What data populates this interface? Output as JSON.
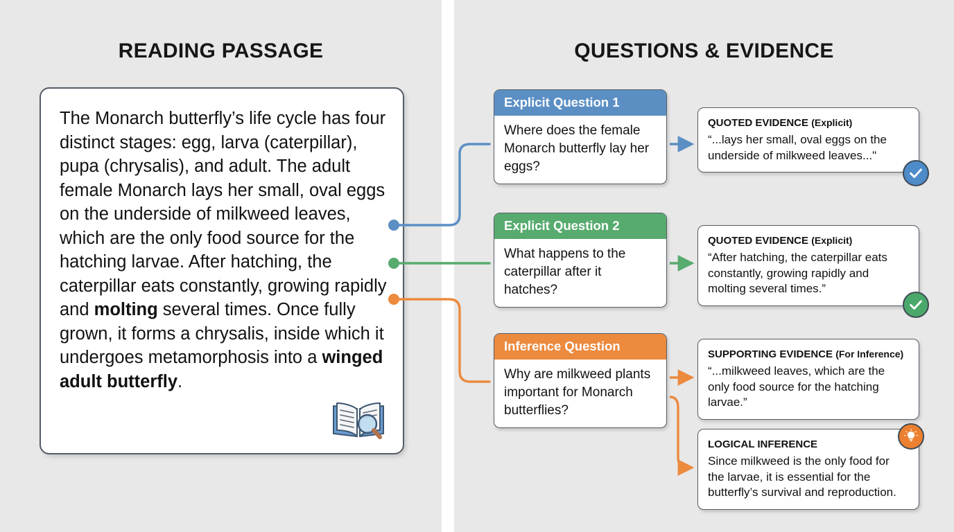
{
  "colors": {
    "panel_bg": "#e8e8e8",
    "blue": "#5b8fc4",
    "green": "#57ab6e",
    "orange": "#ec8a3e",
    "card_border": "#555d66",
    "text": "#111111"
  },
  "panels": {
    "left_title": "READING PASSAGE",
    "right_title": "QUESTIONS & EVIDENCE"
  },
  "passage": {
    "icon": "open-book-with-magnifier-icon",
    "segments": [
      {
        "text": "The Monarch butterfly’s life cycle has four distinct stages: egg, larva (caterpillar), pupa (chrysalis), and adult. The adult female Monarch lays her small, oval eggs on the underside of milkweed leaves, which are the only food source for the hatching larvae. After hatching, the caterpillar eats constantly, growing rapidly and ",
        "bold": false
      },
      {
        "text": "molting",
        "bold": true
      },
      {
        "text": " several times. Once fully grown, it forms a chrysalis, inside which it undergoes metamorphosis into a ",
        "bold": false
      },
      {
        "text": "winged adult butterfly",
        "bold": true
      },
      {
        "text": ".",
        "bold": false
      }
    ],
    "full_text": "The Monarch butterfly’s life cycle has four distinct stages: egg, larva (caterpillar), pupa (chrysalis), and adult. The adult female Monarch lays her small, oval eggs on the underside of milkweed leaves, which are the only food source for the hatching larvae. After hatching, the caterpillar eats constantly, growing rapidly and molting several times. Once fully grown, it forms a chrysalis, inside which it undergoes metamorphosis into a winged adult butterfly."
  },
  "questions": [
    {
      "header": "Explicit Question 1",
      "body": "Where does the female Monarch butterfly lay her eggs?",
      "color": "#5b8fc4"
    },
    {
      "header": "Explicit Question 2",
      "body": "What happens to the caterpillar after it hatches?",
      "color": "#57ab6e"
    },
    {
      "header": "Inference Question",
      "body": "Why are milkweed plants important for Monarch butterflies?",
      "color": "#ec8a3e"
    }
  ],
  "evidence": [
    {
      "title_main": "QUOTED EVIDENCE",
      "title_sub": "(Explicit)",
      "text": "“...lays her small, oval eggs on the underside of milkweed leaves...\"",
      "badge": "check-badge-blue-icon"
    },
    {
      "title_main": "QUOTED EVIDENCE",
      "title_sub": "(Explicit)",
      "text": "“After hatching, the caterpillar eats constantly, growing rapidly and molting several times.”",
      "badge": "check-badge-green-icon"
    },
    {
      "title_main": "SUPPORTING EVIDENCE",
      "title_sub": "(For Inference)",
      "text": "“...milkweed leaves, which are the only food source for the hatching larvae.”",
      "badge": null
    },
    {
      "title_main": "LOGICAL INFERENCE",
      "title_sub": "",
      "text": "Since milkweed is the only food for the larvae, it is essential for the butterfly’s survival and reproduction.",
      "badge": "lightbulb-badge-orange-icon"
    }
  ]
}
